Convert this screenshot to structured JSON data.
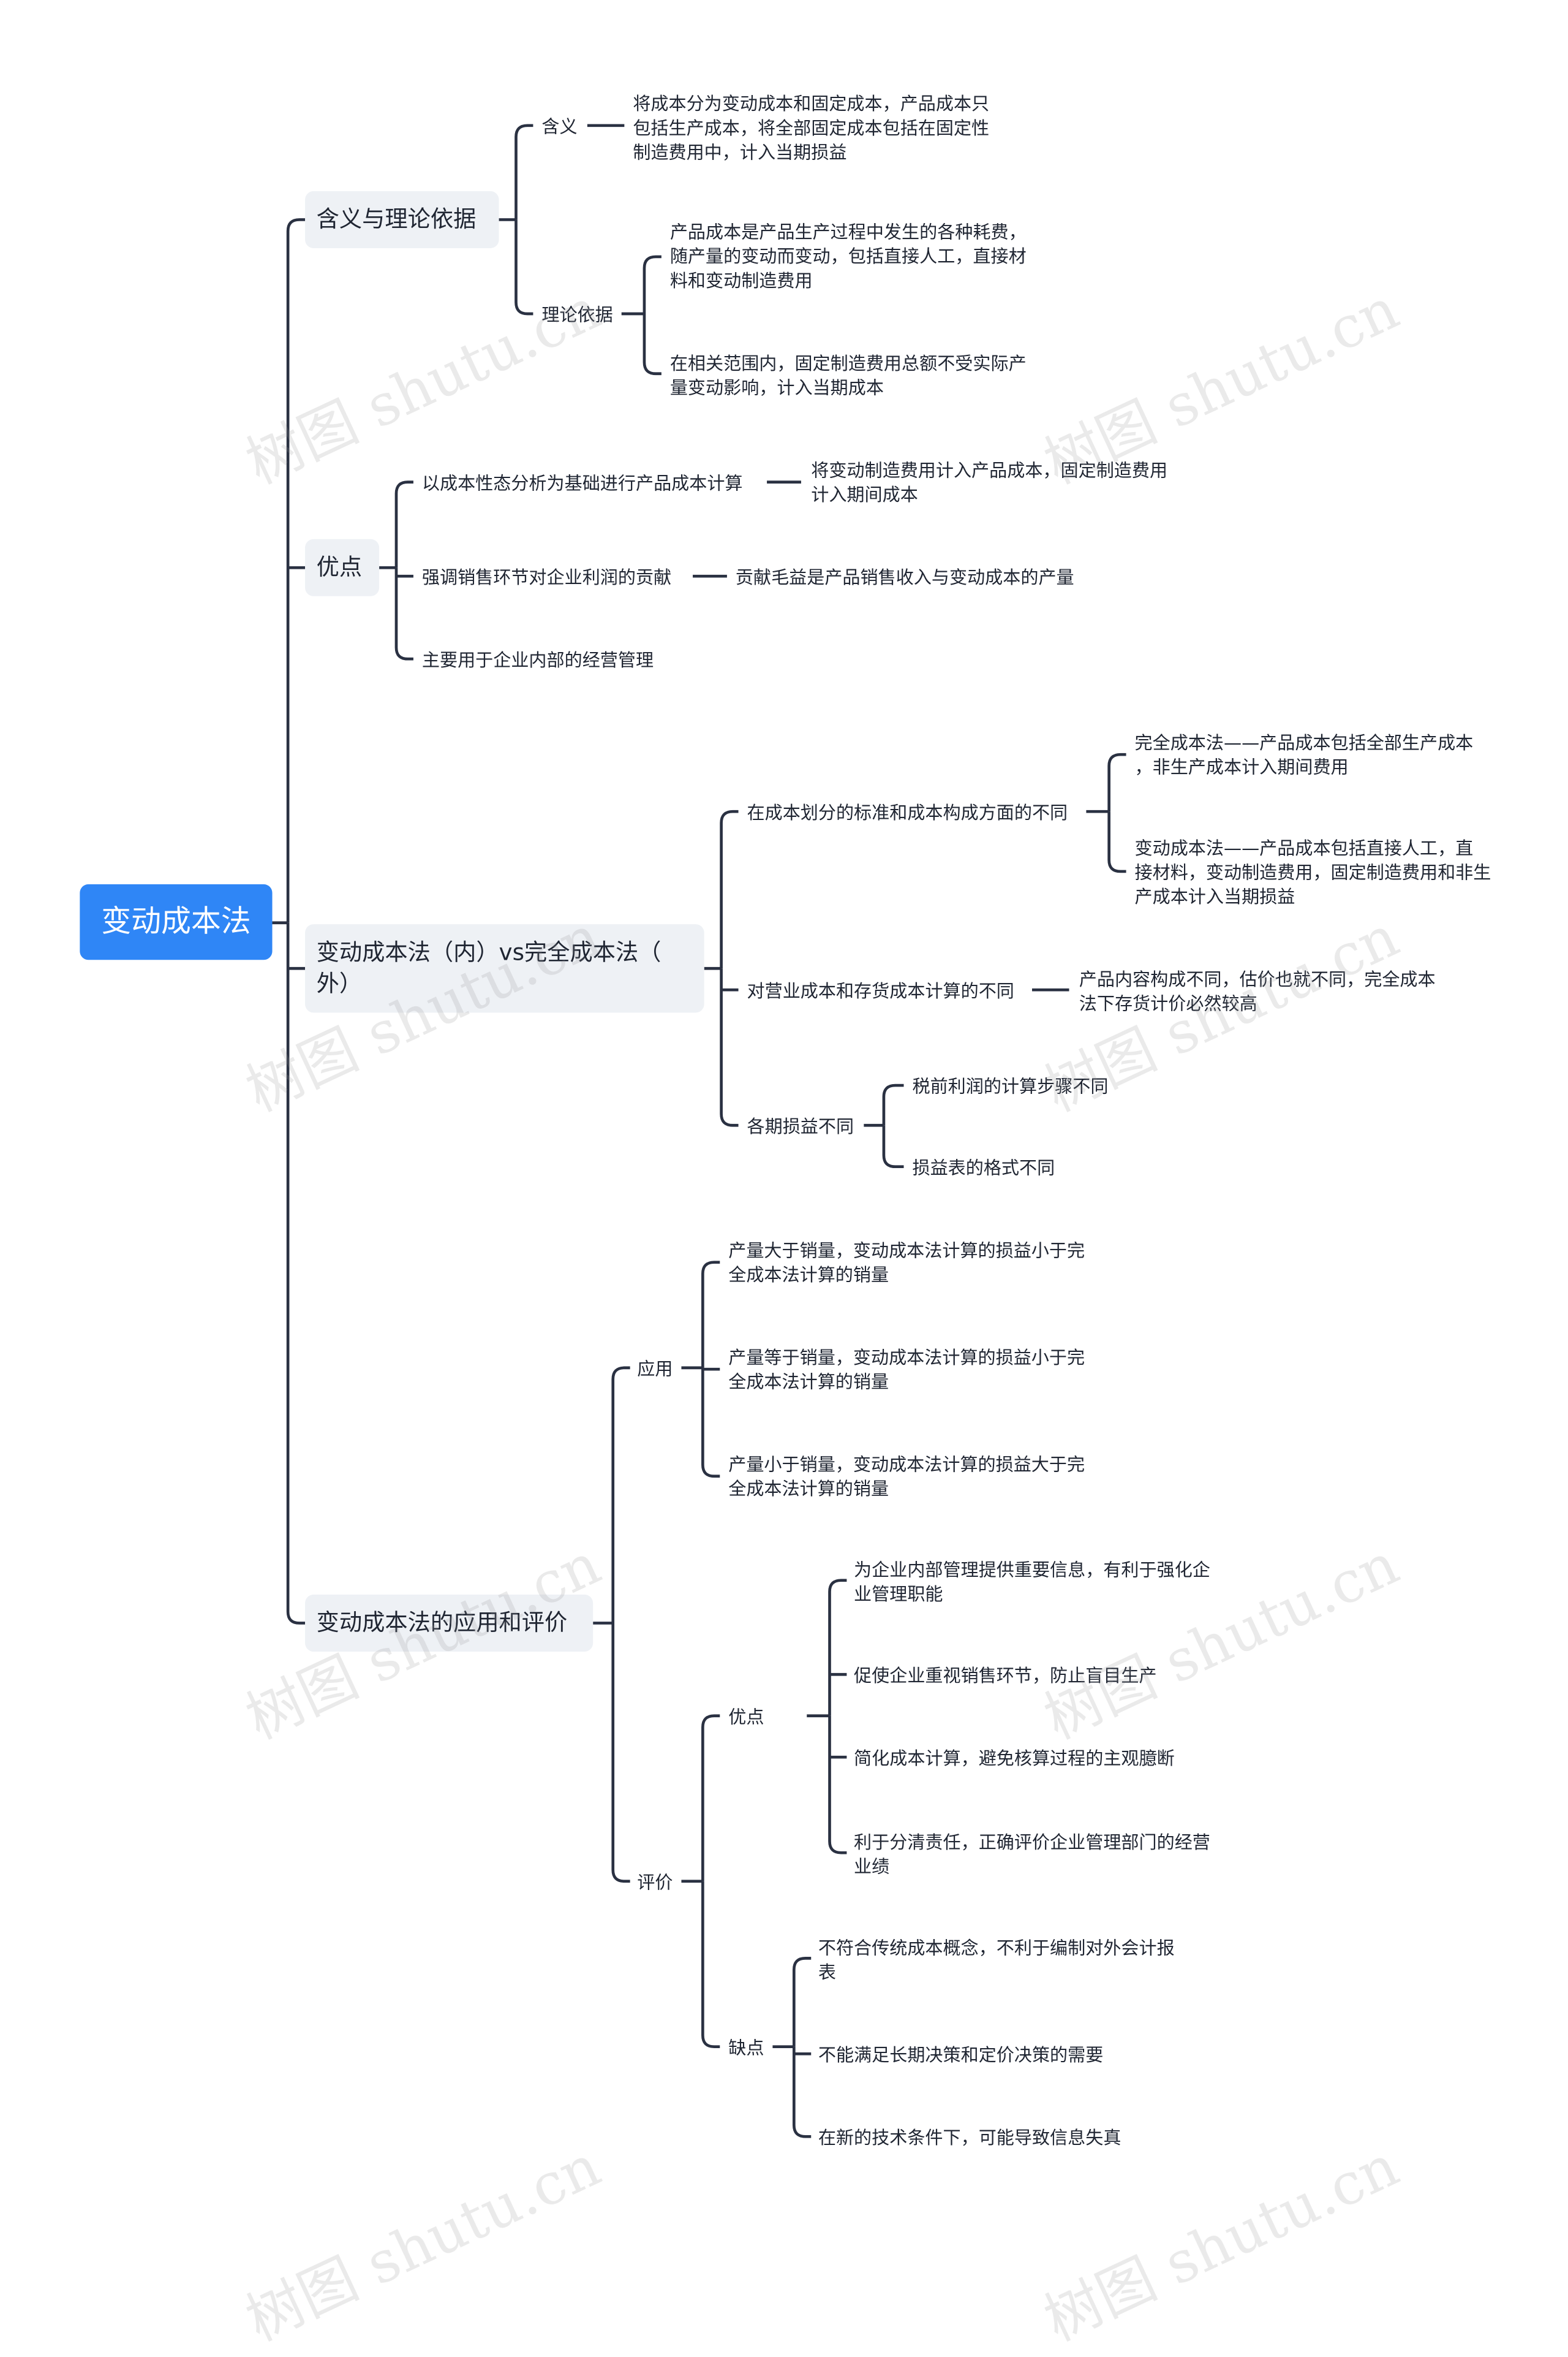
{
  "root": "变动成本法",
  "sections": {
    "meaning": {
      "title": "含义与理论依据",
      "meaning_label": "含义",
      "meaning_text": [
        "将成本分为变动成本和固定成本，产品成本只",
        "包括生产成本，将全部固定成本包括在固定性",
        "制造费用中，计入当期损益"
      ],
      "basis_label": "理论依据",
      "basis_1": [
        "产品成本是产品生产过程中发生的各种耗费，",
        "随产量的变动而变动，包括直接人工，直接材",
        "料和变动制造费用"
      ],
      "basis_2": [
        "在相关范围内，固定制造费用总额不受实际产",
        "量变动影响，计入当期成本"
      ]
    },
    "advantages": {
      "title": "优点",
      "a1": "以成本性态分析为基础进行产品成本计算",
      "a1_detail": [
        "将变动制造费用计入产品成本，固定制造费用",
        "计入期间成本"
      ],
      "a2": "强调销售环节对企业利润的贡献",
      "a2_detail": "贡献毛益是产品销售收入与变动成本的产量",
      "a3": "主要用于企业内部的经营管理"
    },
    "compare": {
      "title": [
        "变动成本法（内）vs完全成本法（",
        "外）"
      ],
      "c1": "在成本划分的标准和成本构成方面的不同",
      "c1_a": [
        "完全成本法——产品成本包括全部生产成本",
        "，非生产成本计入期间费用"
      ],
      "c1_b": [
        "变动成本法——产品成本包括直接人工，直",
        "接材料，变动制造费用，固定制造费用和非生",
        "产成本计入当期损益"
      ],
      "c2": "对营业成本和存货成本计算的不同",
      "c2_detail": [
        "产品内容构成不同，估价也就不同，完全成本",
        "法下存货计价必然较高"
      ],
      "c3": "各期损益不同",
      "c3_a": "税前利润的计算步骤不同",
      "c3_b": "损益表的格式不同"
    },
    "application": {
      "title": "变动成本法的应用和评价",
      "use_label": "应用",
      "use_1": [
        "产量大于销量，变动成本法计算的损益小于完",
        "全成本法计算的销量"
      ],
      "use_2": [
        "产量等于销量，变动成本法计算的损益小于完",
        "全成本法计算的销量"
      ],
      "use_3": [
        "产量小于销量，变动成本法计算的损益大于完",
        "全成本法计算的销量"
      ],
      "eval_label": "评价",
      "pros_label": "优点",
      "pro_1": [
        "为企业内部管理提供重要信息，有利于强化企",
        "业管理职能"
      ],
      "pro_2": "促使企业重视销售环节，防止盲目生产",
      "pro_3": "简化成本计算，避免核算过程的主观臆断",
      "pro_4": [
        "利于分清责任，正确评价企业管理部门的经营",
        "业绩"
      ],
      "cons_label": "缺点",
      "con_1": [
        "不符合传统成本概念，不利于编制对外会计报",
        "表"
      ],
      "con_2": "不能满足长期决策和定价决策的需要",
      "con_3": "在新的技术条件下，可能导致信息失真"
    }
  },
  "watermark": "树图 shutu.cn",
  "colors": {
    "root_bg": "#2f86f6",
    "line": "#2a3142",
    "l1_bg": "#eef1f5"
  }
}
